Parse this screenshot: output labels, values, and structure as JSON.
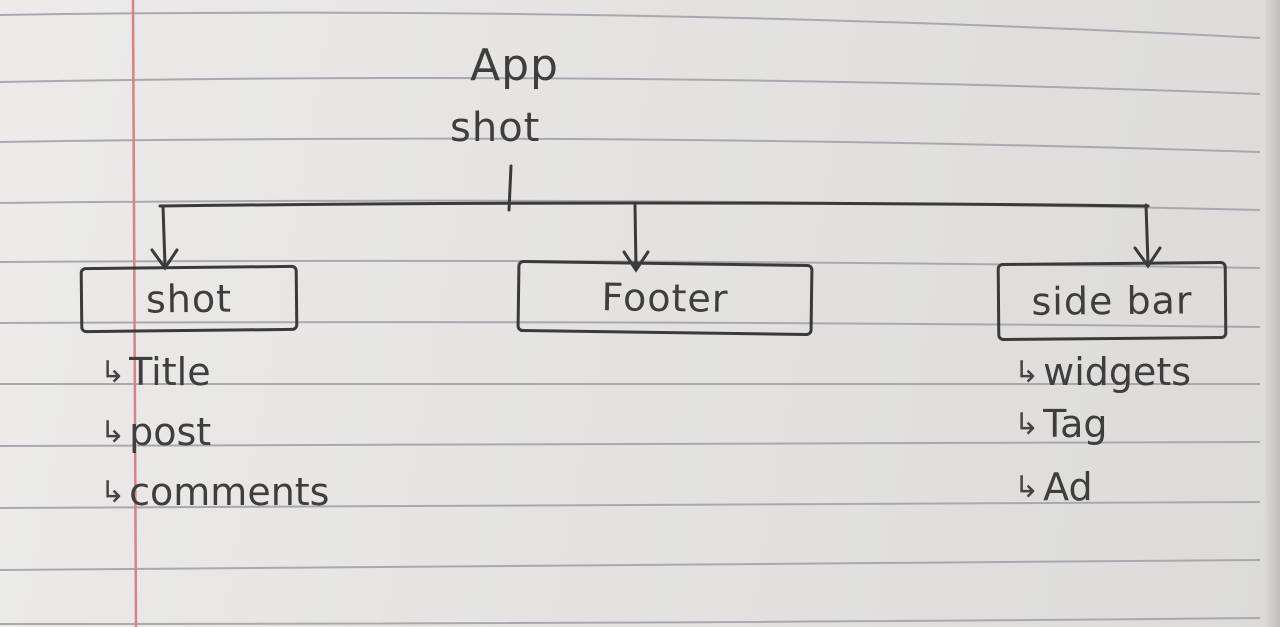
{
  "root": {
    "line1": "App",
    "line2": "shot"
  },
  "children": [
    {
      "label": "shot",
      "items": [
        "Title",
        "post",
        "comments"
      ]
    },
    {
      "label": "Footer",
      "items": []
    },
    {
      "label": "side bar",
      "items": [
        "widgets",
        "Tag",
        "Ad"
      ]
    }
  ],
  "colors": {
    "ink": "#3e3e3e",
    "rule": "#a9a8ae",
    "margin": "#d9808a",
    "paper": "#e7e6e4"
  },
  "icons": {
    "bullet": "turn-right-arrow-icon"
  }
}
